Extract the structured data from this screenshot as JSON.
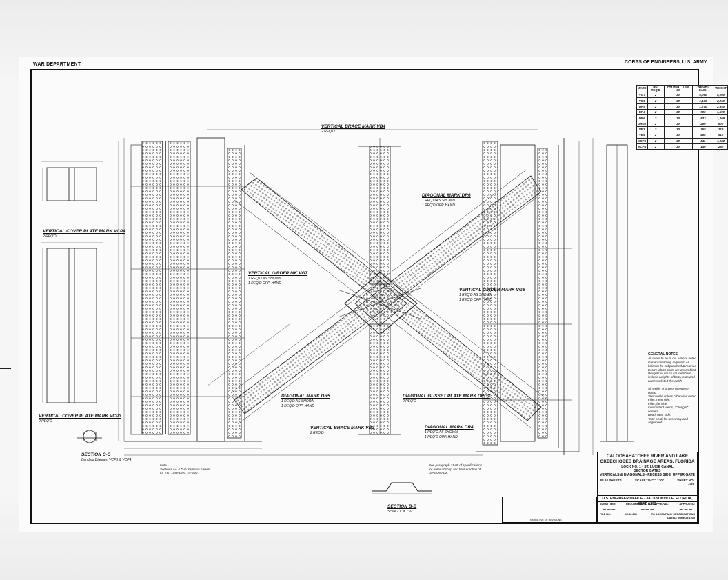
{
  "header": {
    "department": "WAR DEPARTMENT.",
    "agency": "CORPS OF ENGINEERS, U.S. ARMY."
  },
  "schedule": {
    "columns": [
      "MARK",
      "NO. REQ'D",
      "PAYMENT ITEM NO.",
      "WEIGHT EACH",
      "WEIGHT"
    ],
    "rows": [
      [
        "VG7",
        "2",
        "30",
        "4,060",
        "8,060"
      ],
      [
        "VG6",
        "2",
        "30",
        "1,130",
        "2,260"
      ],
      [
        "DR5",
        "2",
        "30",
        "1,270",
        "2,540"
      ],
      [
        "DR4",
        "2",
        "30",
        "795",
        "1,590"
      ],
      [
        "DR6",
        "2",
        "30",
        "533",
        "1,066"
      ],
      [
        "DRG2",
        "2",
        "30",
        "250",
        "500"
      ],
      [
        "VB3",
        "2",
        "30",
        "358",
        "716"
      ],
      [
        "VB4",
        "2",
        "30",
        "455",
        "910"
      ],
      [
        "VCP3",
        "2",
        "30",
        "511",
        "1,022"
      ],
      [
        "VCP4",
        "2",
        "30",
        "140",
        "280"
      ]
    ]
  },
  "labels": {
    "vb4": {
      "title": "VERTICAL BRACE MARK VB4",
      "sub": "2 REQ'D"
    },
    "dr6": {
      "title": "DIAGONAL MARK DR6",
      "sub1": "1 REQ'D AS SHOWN",
      "sub2": "1 REQ'D OPP. HAND"
    },
    "vcp4": {
      "title": "VERTICAL COVER PLATE MARK VCP4",
      "sub": "2 REQ'D"
    },
    "vg7": {
      "title": "VERTICAL GIRDER MK VG7",
      "sub1": "1 REQ'D AS SHOWN",
      "sub2": "1 REQ'D OPP. HAND"
    },
    "vg6": {
      "title": "VERTICAL GIRDER MARK VG6",
      "sub1": "1 REQ'D AS SHOWN",
      "sub2": "1 REQ'D OPP. HAND"
    },
    "dr5": {
      "title": "DIAGONAL MARK DR5",
      "sub1": "1 REQ'D AS SHOWN",
      "sub2": "1 REQ'D OPP. HAND"
    },
    "drg2": {
      "title": "DIAGONAL GUSSET PLATE MARK DRG2",
      "sub": "2 REQ'D"
    },
    "vcp3": {
      "title": "VERTICAL COVER PLATE MARK VCP3",
      "sub": "2 REQ'D"
    },
    "vb3": {
      "title": "VERTICAL BRACE MARK VB3",
      "sub": "2 REQ'D"
    },
    "dr4": {
      "title": "DIAGONAL MARK DR4",
      "sub1": "1 REQ'D AS SHOWN",
      "sub2": "1 REQ'D OPP. HAND"
    },
    "sec_cc": {
      "title": "SECTION C-C",
      "sub": "Bending Diagram VCP3 & VCP4"
    },
    "sec_bb": {
      "title": "SECTION B-B",
      "sub": "Scale - 1\" = 1'-0\""
    }
  },
  "notes": {
    "general_title": "GENERAL NOTES",
    "general": [
      "All rivets to be ⅞ dia. unless noted.",
      "General reaming required. All holes to be subpunched & reamed to size which parts are assembled.",
      "Weights of structural members include weights of bolts, nuts and washers listed therewith."
    ],
    "legend": [
      "All welds ⅜ unless otherwise noted.",
      "Shop weld unless otherwise noted.",
      "Fillet, near side.",
      "Fillet, far side.",
      "Intermittent welds, 2\" long 6\" centers.",
      "Bead, near side.",
      "Tack weld, for assembly and alignment."
    ],
    "paragraph": [
      "See paragraph 11-05 of specifications",
      "for order of shop and field erection of",
      "DIAGONALS."
    ],
    "sections": [
      "Note -",
      "Sections AA & D-D Same as shown",
      "for VG7. See Dwg. 14-60/7."
    ]
  },
  "title_block": {
    "line1": "CALOOSAHATCHEE RIVER AND LAKE",
    "line2": "OKEECHOBEE DRAINAGE AREAS, FLORIDA",
    "line3": "LOCK NO. 1 - ST. LUCIE CANAL",
    "line4": "SECTOR GATES",
    "line5": "VERTICALS & DIAGONALS - RECESS SIDE, UPPER GATE",
    "sheets": "IN 24 SHEETS",
    "scale": "SCALE: 3/4\" = 1'-0\"",
    "sheet_no_label": "SHEET NO.",
    "sheet_no": "10/8",
    "office": "U.S. ENGINEER OFFICE - JACKSONVILLE, FLORIDA, SEPT. 1935.",
    "submitted": "SUBMITTED:",
    "recommended": "RECOMMENDED FOR APPROVAL:",
    "approved": "APPROVED:",
    "file_no_label": "FILE NO.",
    "file_no": "12-11.833",
    "spec": "TO ACCOMPANY SPECIFICATIONS",
    "dated": "DATED: JUNE 24 1935",
    "revision_col": "NARRATIVE OF REVISIONS"
  }
}
